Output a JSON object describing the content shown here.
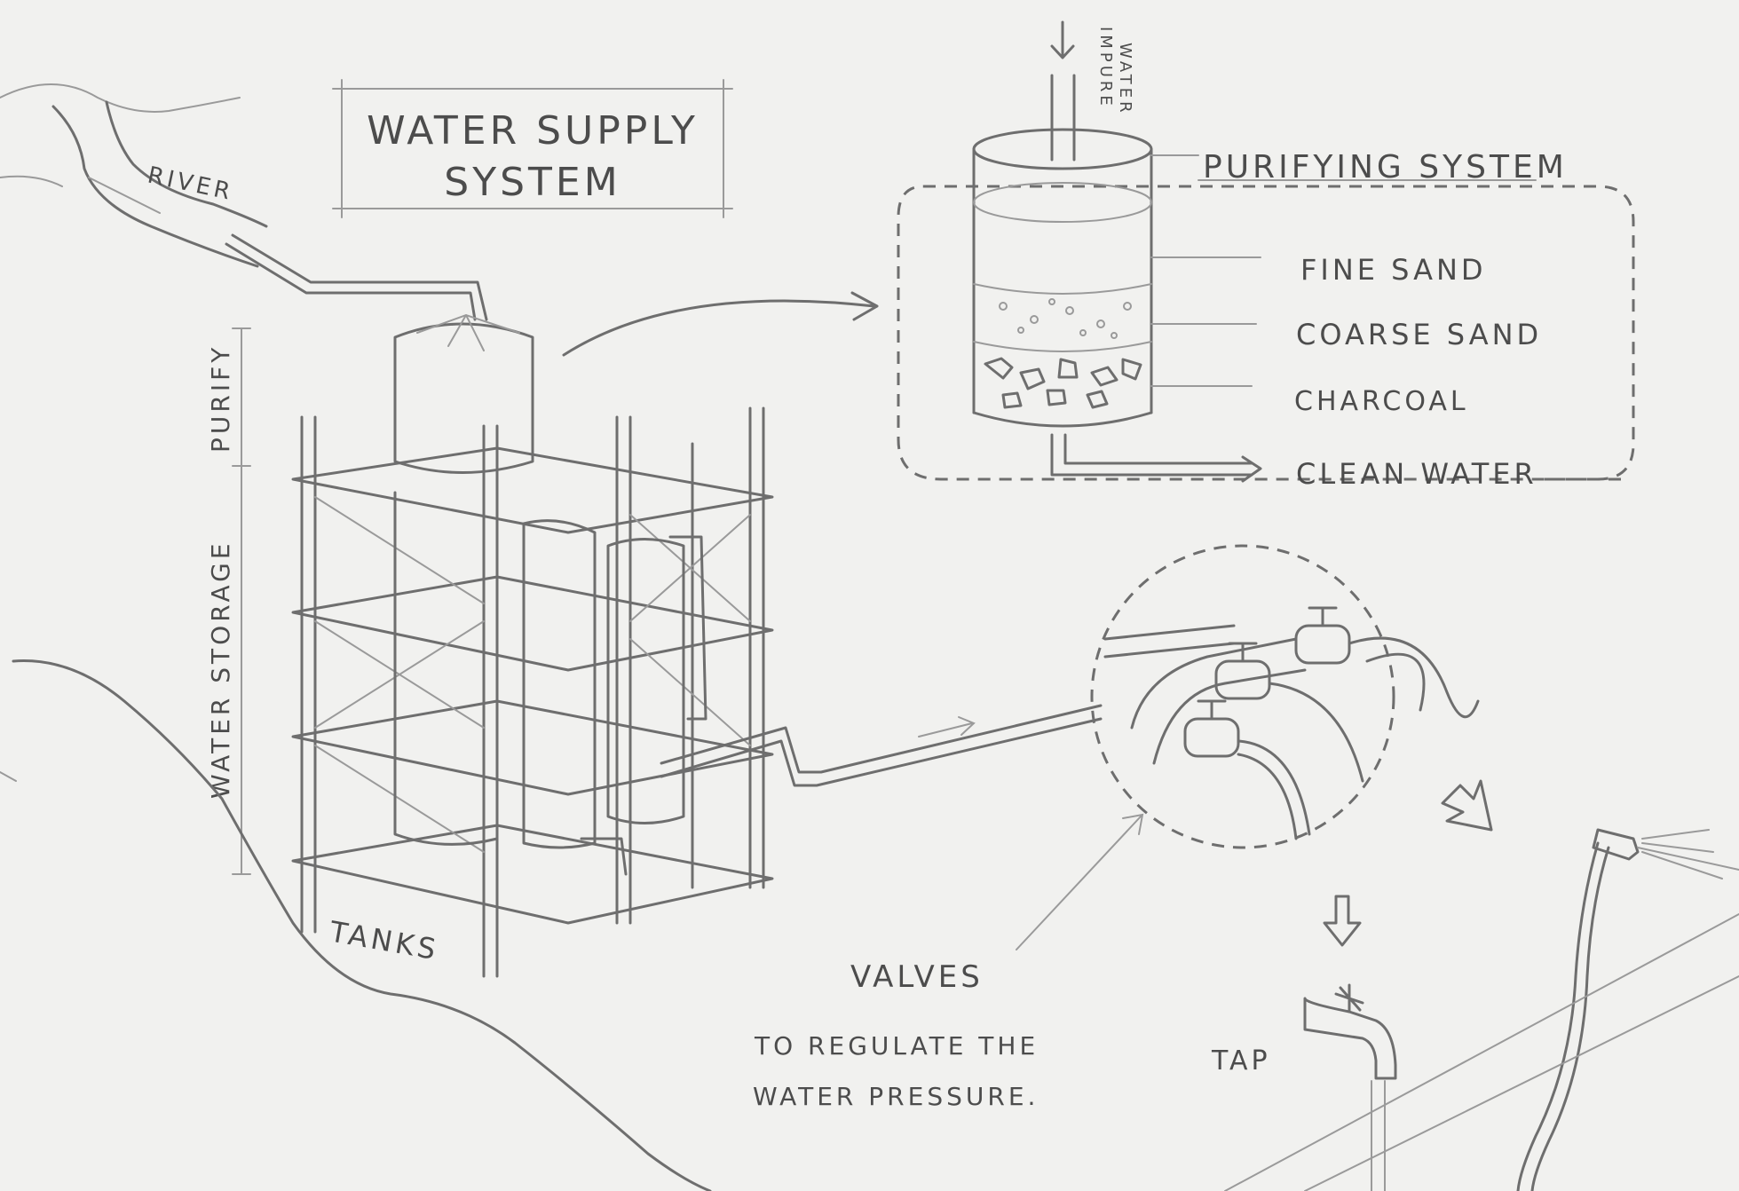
{
  "title": {
    "line1": "WATER SUPPLY",
    "line2": "SYSTEM"
  },
  "labels": {
    "river": "RIVER",
    "purify": "PURIFY",
    "water_storage": "WATER STORAGE",
    "tanks": "TANKS",
    "impure_water_line1": "IMPURE",
    "impure_water_line2": "WATER",
    "purifying_system": "PURIFYING SYSTEM",
    "valves": "VALVES",
    "valves_note_line1": "TO REGULATE THE",
    "valves_note_line2": "WATER PRESSURE.",
    "tap": "TAP"
  },
  "filter_layers": [
    {
      "name": "FINE SAND"
    },
    {
      "name": "COARSE SAND"
    },
    {
      "name": "CHARCOAL"
    }
  ],
  "output": {
    "clean_water": "CLEAN WATER"
  },
  "colors": {
    "paper": "#f1f1ef",
    "pencil": "#6e6e6e",
    "text": "#4c4c4c"
  }
}
